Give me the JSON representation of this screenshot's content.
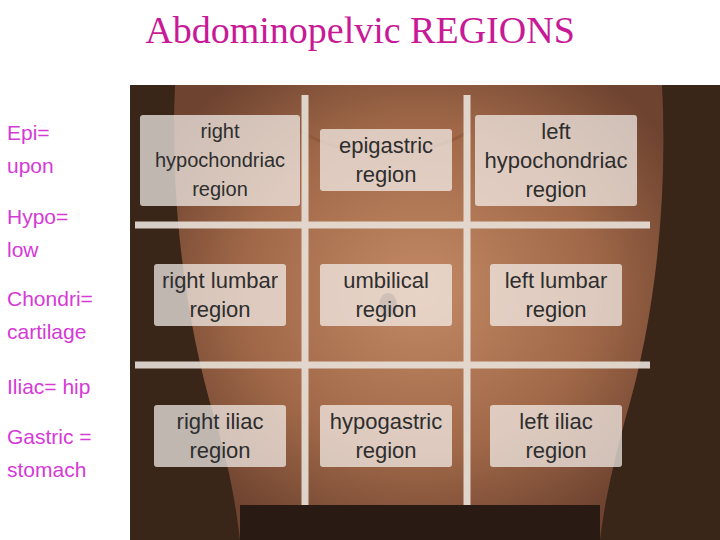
{
  "diagram": {
    "title": "Abdominopelvic REGIONS",
    "nodes": [
      {
        "text": [
          "right hypochondriac region"
        ]
      },
      {
        "text": [
          "epigastric region"
        ]
      },
      {
        "text": [
          "left hypochondriac region"
        ]
      },
      {
        "text": [
          "right lumbar region"
        ]
      },
      {
        "text": [
          "umbilical region"
        ]
      },
      {
        "text": [
          "left lumbar region"
        ]
      },
      {
        "text": [
          "right iliac region"
        ]
      },
      {
        "text": [
          "hypogastric region"
        ]
      },
      {
        "text": [
          "left iliac region"
        ]
      }
    ],
    "labels": [
      "Epi= upon",
      "Hypo= low",
      "Chondri= cartilage",
      "Iliac= hip",
      "Gastric = stomach"
    ]
  }
}
